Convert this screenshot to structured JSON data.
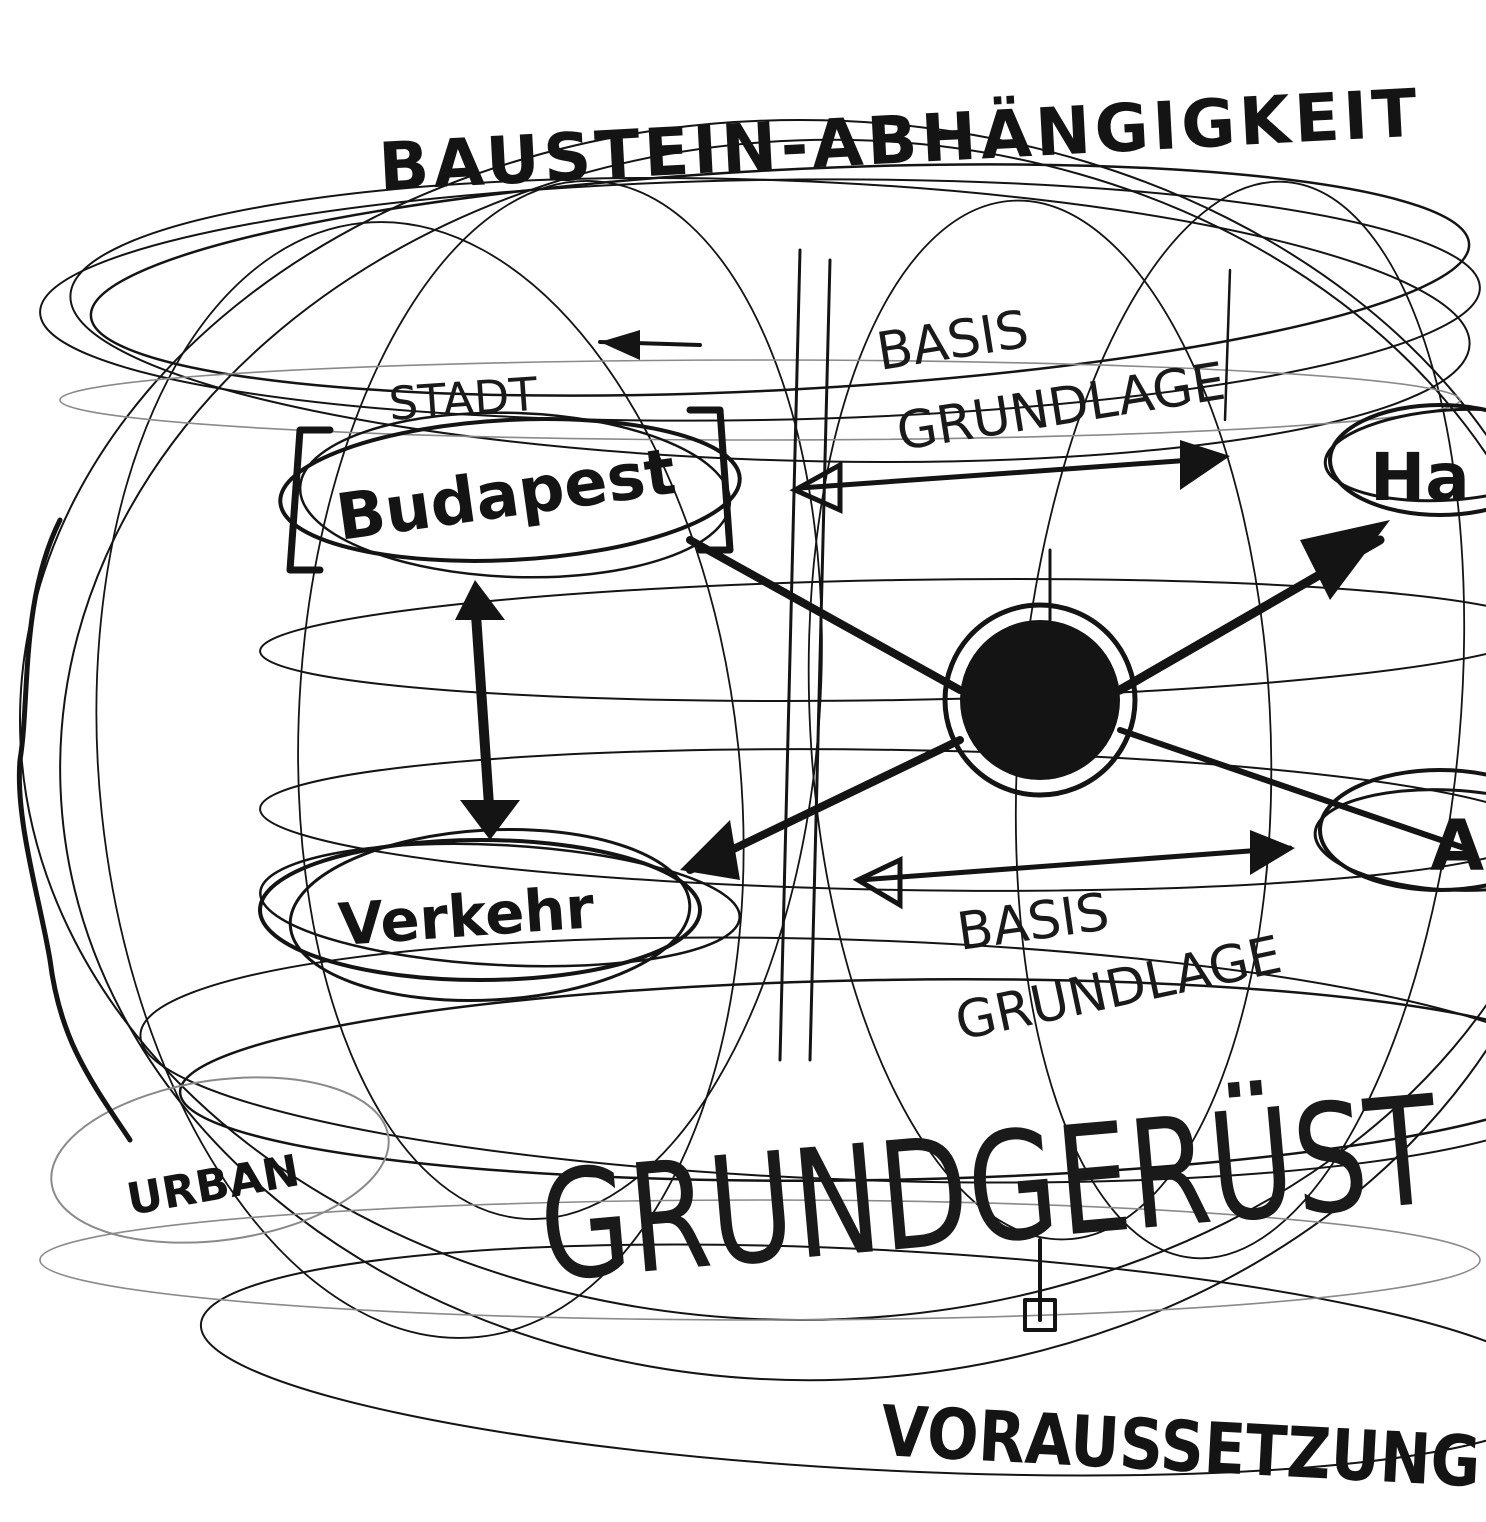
{
  "sketch": {
    "top_heading": "BAUSTEIN-ABHÄNGIGKEIT",
    "city_label": "STADT",
    "city_name": "Budapest",
    "basis_upper": {
      "line1": "BASIS",
      "line2": "GRUNDLAGE"
    },
    "basis_lower": {
      "line1": "BASIS",
      "line2": "GRUNDLAGE"
    },
    "traffic_label": "Verkehr",
    "urban_label": "URBAN",
    "main_label": "GRUNDGERÜST",
    "bottom_label": "VORAUSSETZUNG",
    "right_fragment_1": "Ha",
    "right_fragment_2": "A",
    "ink_color": "#141414"
  }
}
